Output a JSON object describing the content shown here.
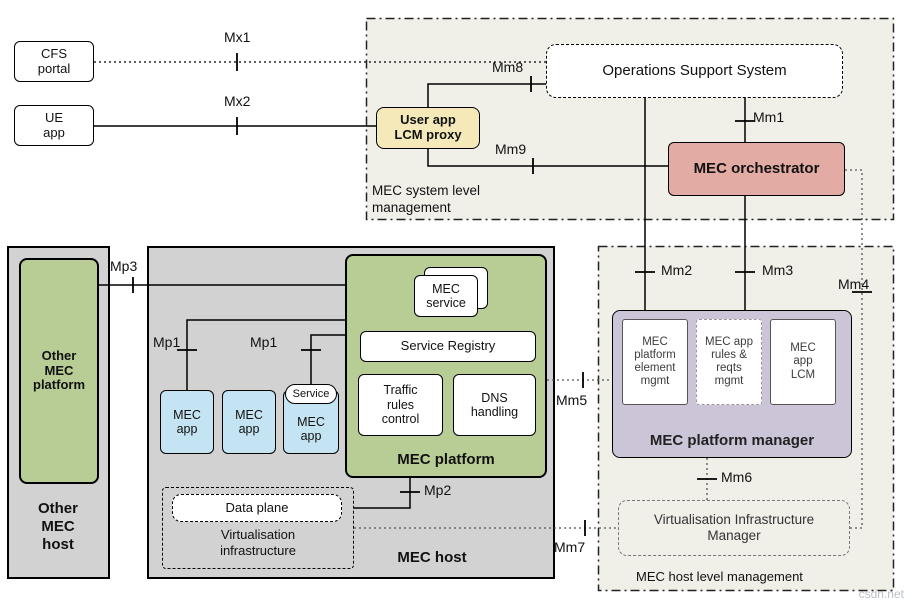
{
  "regions": {
    "system_level": {
      "label": "MEC system level management"
    },
    "host_level": {
      "label": "MEC host level management"
    }
  },
  "nodes": {
    "cfs_portal": "CFS portal",
    "ue_app": "UE app",
    "user_app_lcm_proxy": "User app LCM proxy",
    "oss": "Operations Support System",
    "mec_orchestrator": "MEC orchestrator",
    "other_mec_platform": "Other MEC platform",
    "other_mec_host": "Other MEC host",
    "mec_host": "MEC host",
    "mec_platform": "MEC platform",
    "mec_service": "MEC service",
    "service_registry": "Service Registry",
    "traffic_rules_control": "Traffic rules control",
    "dns_handling": "DNS handling",
    "mec_app": "MEC app",
    "service_badge": "Service",
    "data_plane": "Data plane",
    "virtualisation_infrastructure": "Virtualisation infrastructure",
    "mec_platform_manager": "MEC platform manager",
    "mec_platform_element_mgmt": "MEC platform element mgmt",
    "mec_app_rules_reqts_mgmt": "MEC app rules & reqts mgmt",
    "mec_app_lcm": "MEC app LCM",
    "vim": "Virtualisation Infrastructure Manager"
  },
  "reference_points": {
    "mx1": "Mx1",
    "mx2": "Mx2",
    "mm1": "Mm1",
    "mm2": "Mm2",
    "mm3": "Mm3",
    "mm4": "Mm4",
    "mm5": "Mm5",
    "mm6": "Mm6",
    "mm7": "Mm7",
    "mm8": "Mm8",
    "mm9": "Mm9",
    "mp1": "Mp1",
    "mp2": "Mp2",
    "mp3": "Mp3"
  },
  "colors": {
    "green": "#b8cc96",
    "blue": "#c5e4f3",
    "pink": "#e2aba3",
    "yellow": "#f5e9b9",
    "purple": "#ccc5d8",
    "gray": "#d2d2d2",
    "region_bg": "#f0efe8"
  },
  "watermark": "csdn.net"
}
